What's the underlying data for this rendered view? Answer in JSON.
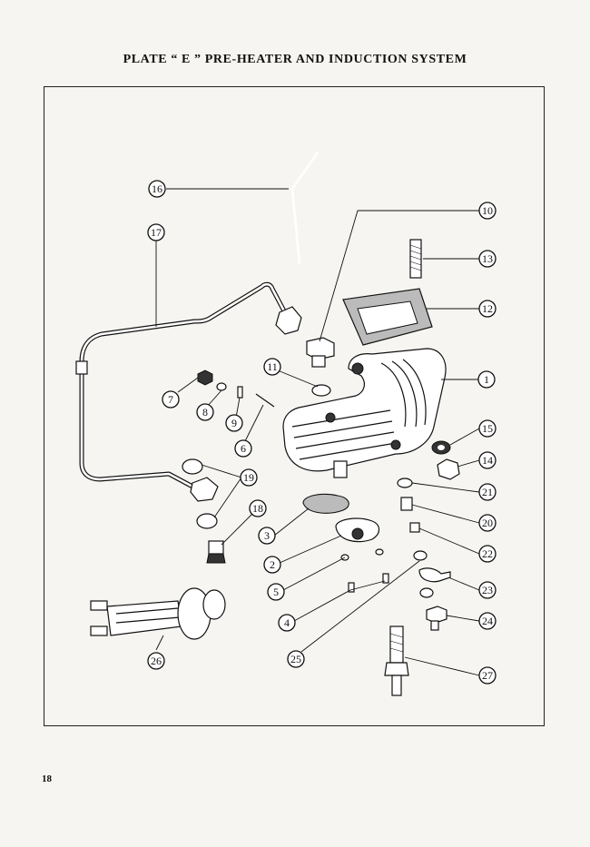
{
  "plate": {
    "title": "PLATE “ E ” PRE-HEATER AND INDUCTION SYSTEM",
    "page_number": "18"
  },
  "callouts": [
    {
      "id": "c1",
      "label": "1"
    },
    {
      "id": "c2",
      "label": "2"
    },
    {
      "id": "c3",
      "label": "3"
    },
    {
      "id": "c4",
      "label": "4"
    },
    {
      "id": "c5",
      "label": "5"
    },
    {
      "id": "c6",
      "label": "6"
    },
    {
      "id": "c7",
      "label": "7"
    },
    {
      "id": "c8",
      "label": "8"
    },
    {
      "id": "c9",
      "label": "9"
    },
    {
      "id": "c10",
      "label": "10"
    },
    {
      "id": "c11",
      "label": "11"
    },
    {
      "id": "c12",
      "label": "12"
    },
    {
      "id": "c13",
      "label": "13"
    },
    {
      "id": "c14",
      "label": "14"
    },
    {
      "id": "c15",
      "label": "15"
    },
    {
      "id": "c16",
      "label": "16"
    },
    {
      "id": "c17",
      "label": "17"
    },
    {
      "id": "c18",
      "label": "18"
    },
    {
      "id": "c19",
      "label": "19"
    },
    {
      "id": "c20",
      "label": "20"
    },
    {
      "id": "c21",
      "label": "21"
    },
    {
      "id": "c22",
      "label": "22"
    },
    {
      "id": "c23",
      "label": "23"
    },
    {
      "id": "c24",
      "label": "24"
    },
    {
      "id": "c25",
      "label": "25"
    },
    {
      "id": "c26",
      "label": "26"
    },
    {
      "id": "c27",
      "label": "27"
    }
  ]
}
